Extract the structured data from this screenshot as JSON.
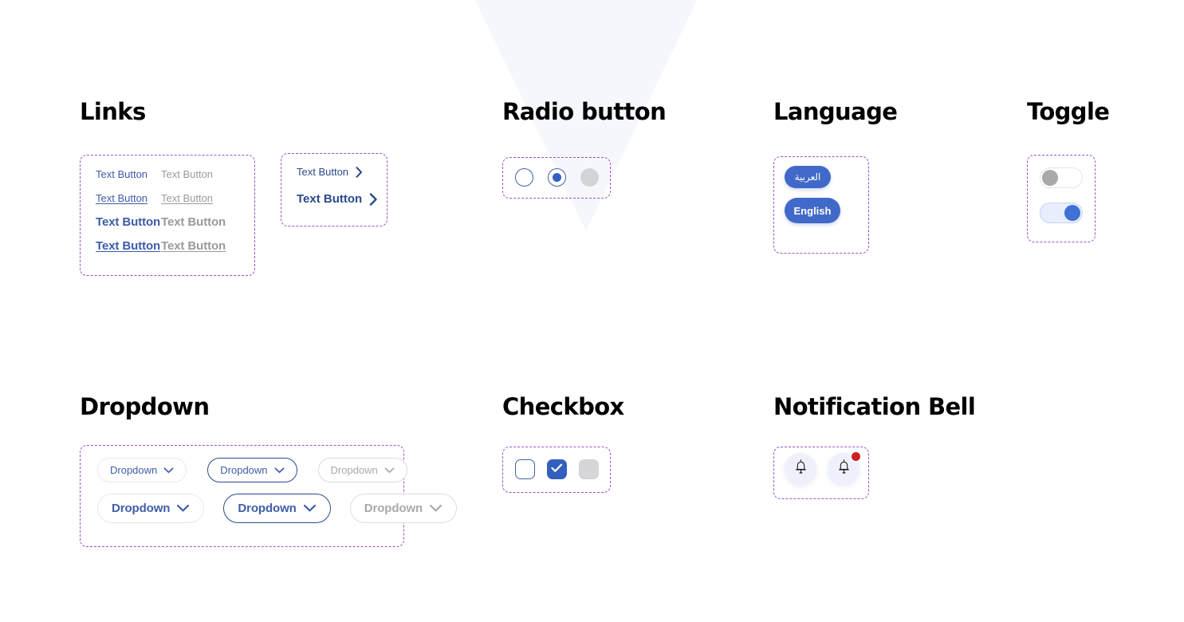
{
  "page": {
    "background": "#ffffff",
    "accent_blue": "#4169c9",
    "link_blue": "#3c5ca8",
    "navy": "#2c4a8a",
    "disabled_gray": "#a9a9ad",
    "frame_dashed": "#9b51c9",
    "badge_red": "#cc2222",
    "bell_bg": "#eef1fb"
  },
  "sections": {
    "links": {
      "title": "Links",
      "grid": [
        {
          "label": "Text Button",
          "style": "small",
          "state": "enabled"
        },
        {
          "label": "Text Button",
          "style": "small",
          "state": "disabled"
        },
        {
          "label": "Text Button",
          "style": "small-underline",
          "state": "enabled"
        },
        {
          "label": "Text Button",
          "style": "small-underline",
          "state": "disabled"
        },
        {
          "label": "Text Button",
          "style": "large",
          "state": "enabled"
        },
        {
          "label": "Text Button",
          "style": "large",
          "state": "disabled"
        },
        {
          "label": "Text Button",
          "style": "large-underline",
          "state": "enabled"
        },
        {
          "label": "Text Button",
          "style": "large-underline",
          "state": "disabled"
        }
      ],
      "arrow_links": [
        {
          "label": "Text Button",
          "style": "small",
          "icon": "chevron-right-icon"
        },
        {
          "label": "Text Button",
          "style": "large",
          "icon": "chevron-right-icon"
        }
      ]
    },
    "radio": {
      "title": "Radio button",
      "items": [
        {
          "state": "unselected",
          "selected": false,
          "disabled": false
        },
        {
          "state": "selected",
          "selected": true,
          "disabled": false
        },
        {
          "state": "disabled",
          "selected": false,
          "disabled": true
        }
      ]
    },
    "language": {
      "title": "Language",
      "options": [
        {
          "label": "العربية",
          "code": "ar",
          "selected": true
        },
        {
          "label": "English",
          "code": "en",
          "selected": true
        }
      ]
    },
    "toggle": {
      "title": "Toggle",
      "items": [
        {
          "state": "off",
          "on": false
        },
        {
          "state": "on",
          "on": true
        }
      ]
    },
    "dropdown": {
      "title": "Dropdown",
      "row_small": [
        {
          "label": "Dropdown",
          "state": "default",
          "icon": "chevron-down-icon"
        },
        {
          "label": "Dropdown",
          "state": "active",
          "icon": "chevron-down-icon"
        },
        {
          "label": "Dropdown",
          "state": "disabled",
          "icon": "chevron-down-icon"
        }
      ],
      "row_large": [
        {
          "label": "Dropdown",
          "state": "default",
          "icon": "chevron-down-icon"
        },
        {
          "label": "Dropdown",
          "state": "active",
          "icon": "chevron-down-icon"
        },
        {
          "label": "Dropdown",
          "state": "disabled",
          "icon": "chevron-down-icon"
        }
      ]
    },
    "checkbox": {
      "title": "Checkbox",
      "items": [
        {
          "state": "unchecked",
          "checked": false,
          "disabled": false
        },
        {
          "state": "checked",
          "checked": true,
          "disabled": false
        },
        {
          "state": "disabled",
          "checked": false,
          "disabled": true
        }
      ]
    },
    "notification_bell": {
      "title": "Notification Bell",
      "items": [
        {
          "state": "default",
          "icon": "bell-icon",
          "has_badge": false
        },
        {
          "state": "unread",
          "icon": "bell-icon",
          "has_badge": true
        }
      ]
    }
  }
}
